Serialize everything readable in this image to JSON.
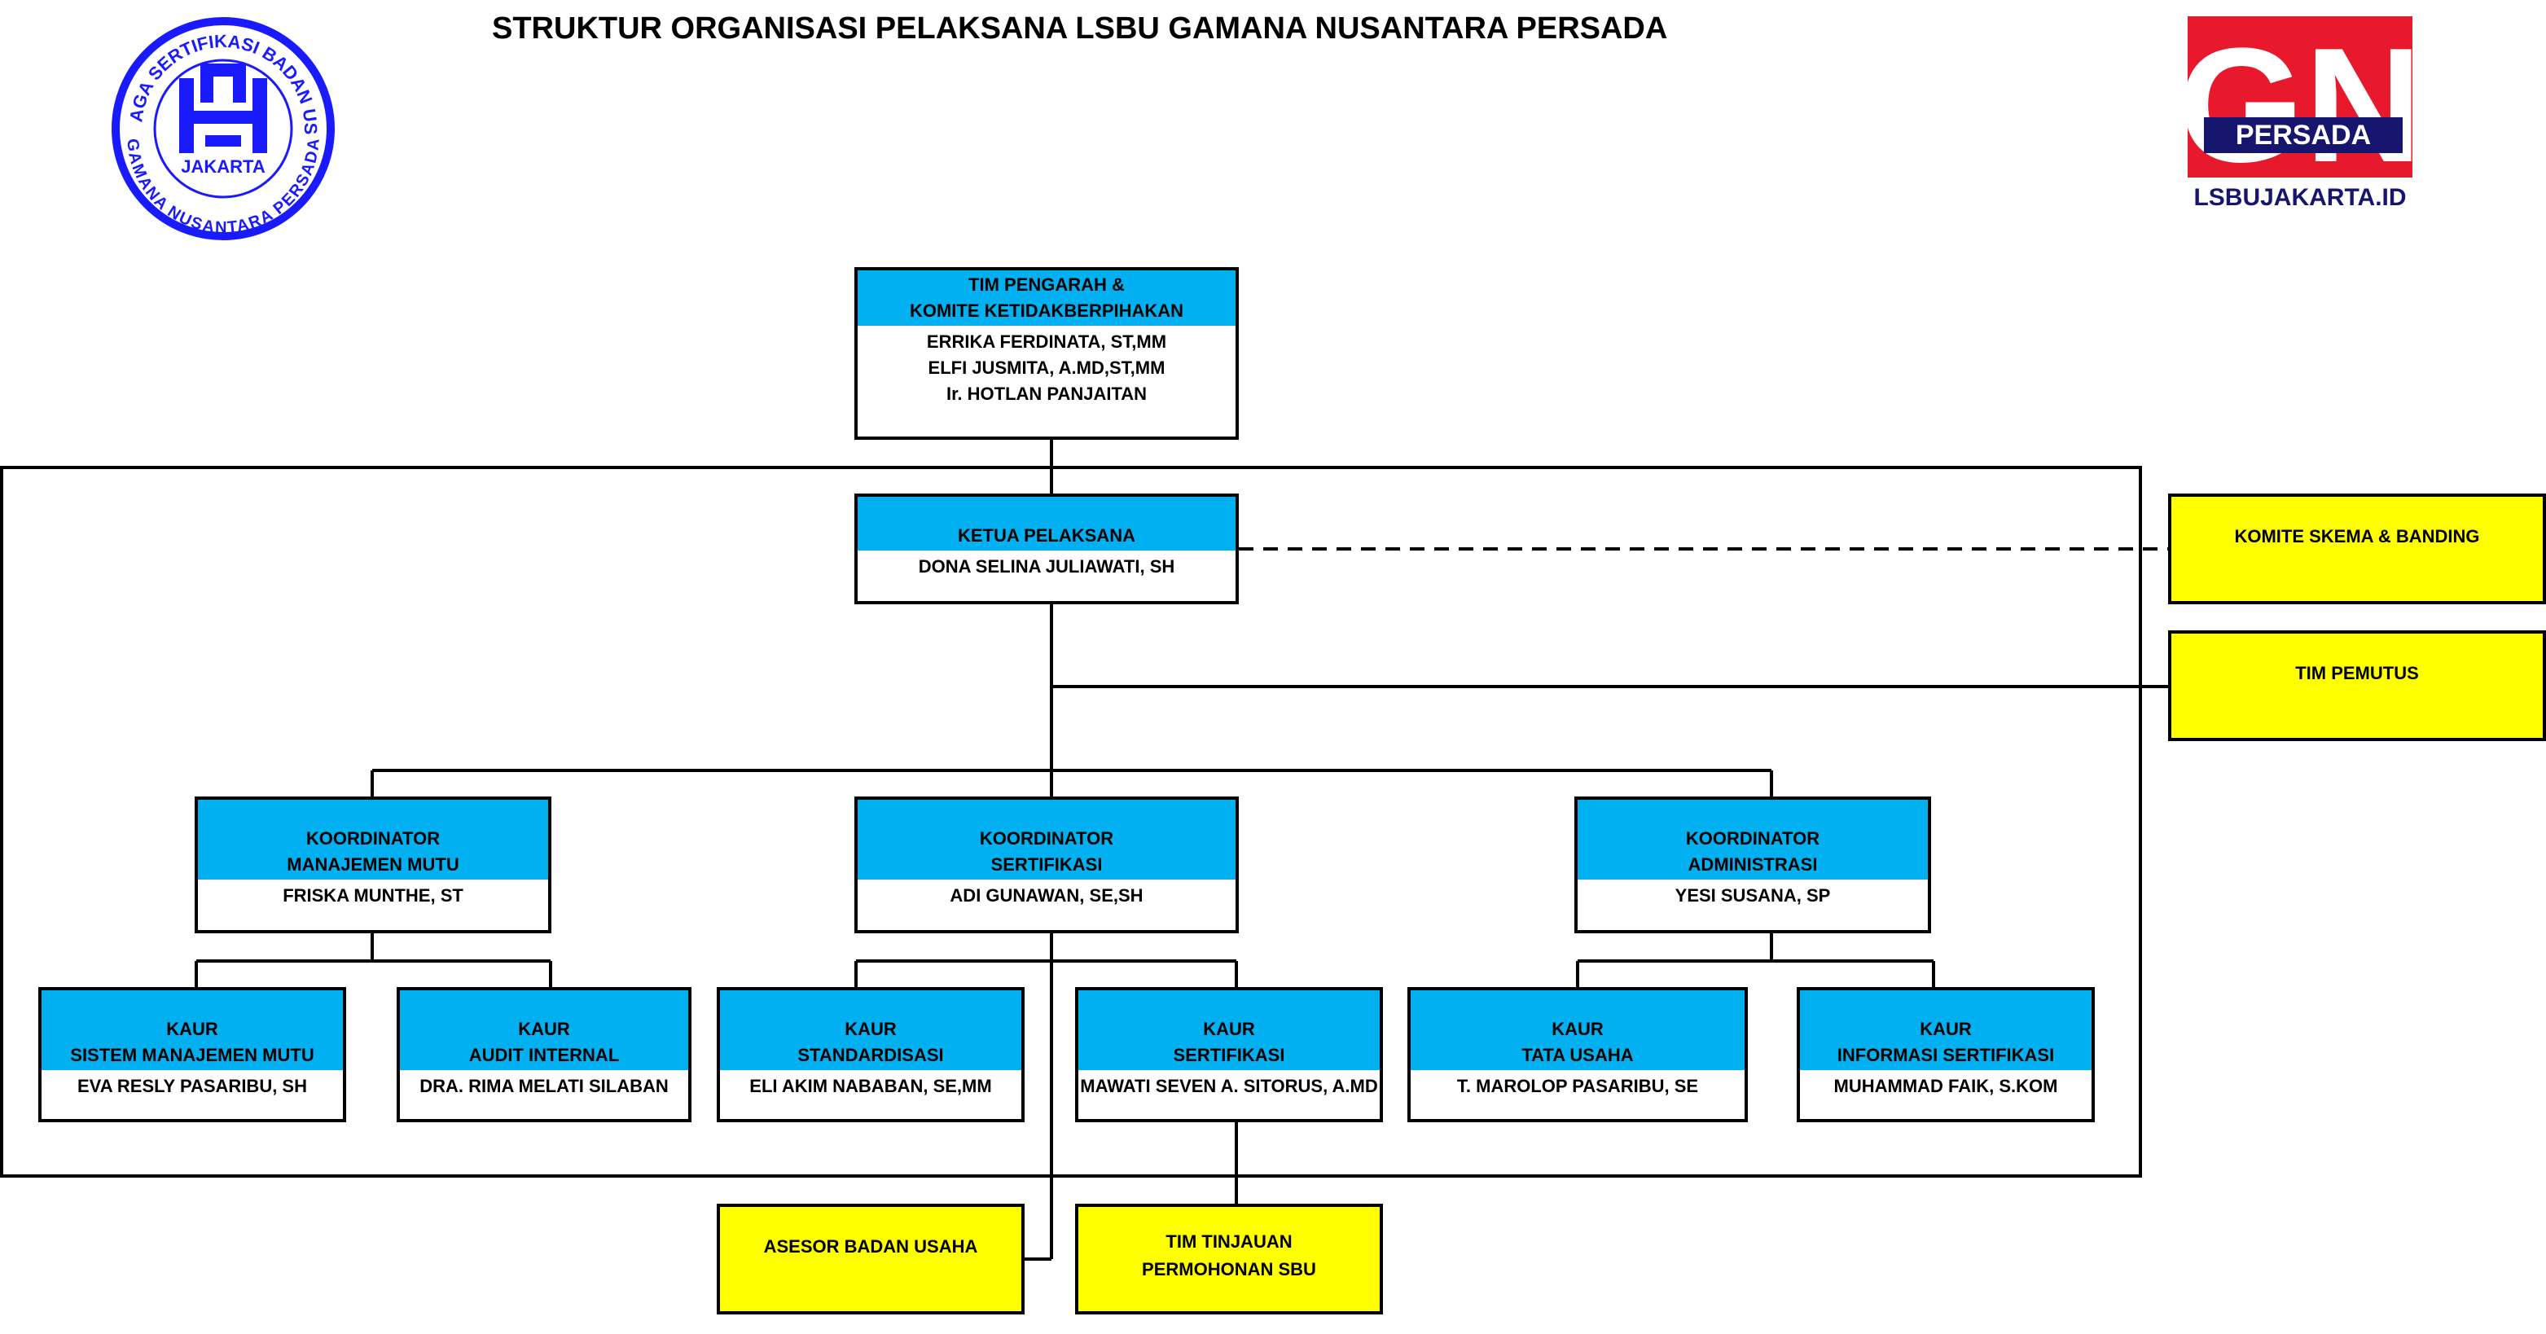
{
  "title": "STRUKTUR ORGANISASI PELAKSANA LSBU GAMANA NUSANTARA PERSADA",
  "logo_left": {
    "ring_top": "LEMBAGA SERTIFIKASI BADAN USAHA",
    "ring_bottom": "GAMANA NUSANTARA PERSADA",
    "city": "JAKARTA"
  },
  "logo_right": {
    "letters": "GN",
    "band": "PERSADA",
    "site": "LSBUJAKARTA.ID"
  },
  "colors": {
    "header_blue": "#00b0f0",
    "side_yellow": "#ffff00",
    "logo_blue": "#1a1aff",
    "logo_red": "#e8192c",
    "logo_navy": "#16166e"
  },
  "nodes": {
    "pengarah": {
      "header": [
        "TIM PENGARAH &",
        "KOMITE KETIDAKBERPIHAKAN"
      ],
      "members": [
        "ERRIKA FERDINATA, ST,MM",
        "ELFI JUSMITA, A.MD,ST,MM",
        "Ir. HOTLAN PANJAITAN"
      ]
    },
    "ketua": {
      "header": [
        "KETUA PELAKSANA"
      ],
      "members": [
        "DONA SELINA JULIAWATI, SH"
      ]
    },
    "koord_mutu": {
      "header": [
        "KOORDINATOR",
        "MANAJEMEN MUTU"
      ],
      "members": [
        "FRISKA MUNTHE, ST"
      ]
    },
    "koord_sertifikasi": {
      "header": [
        "KOORDINATOR",
        "SERTIFIKASI"
      ],
      "members": [
        "ADI GUNAWAN, SE,SH"
      ]
    },
    "koord_admin": {
      "header": [
        "KOORDINATOR",
        "ADMINISTRASI"
      ],
      "members": [
        "YESI SUSANA, SP"
      ]
    },
    "kaur_smm": {
      "header": [
        "KAUR",
        "SISTEM MANAJEMEN MUTU"
      ],
      "members": [
        "EVA RESLY PASARIBU, SH"
      ]
    },
    "kaur_audit": {
      "header": [
        "KAUR",
        "AUDIT INTERNAL"
      ],
      "members": [
        "DRA. RIMA MELATI SILABAN"
      ]
    },
    "kaur_standar": {
      "header": [
        "KAUR",
        "STANDARDISASI"
      ],
      "members": [
        "ELI AKIM NABABAN, SE,MM"
      ]
    },
    "kaur_sertifikasi": {
      "header": [
        "KAUR",
        "SERTIFIKASI"
      ],
      "members": [
        "MAWATI SEVEN A. SITORUS, A.MD"
      ]
    },
    "kaur_tu": {
      "header": [
        "KAUR",
        "TATA USAHA"
      ],
      "members": [
        "T. MAROLOP PASARIBU, SE"
      ]
    },
    "kaur_info": {
      "header": [
        "KAUR",
        "INFORMASI SERTIFIKASI"
      ],
      "members": [
        "MUHAMMAD FAIK, S.KOM"
      ]
    },
    "komite_skema": {
      "text": [
        "KOMITE SKEMA & BANDING"
      ]
    },
    "tim_pemutus": {
      "text": [
        "TIM PEMUTUS"
      ]
    },
    "asesor": {
      "text": [
        "ASESOR BADAN USAHA"
      ]
    },
    "tim_tinjauan": {
      "text": [
        "TIM TINJAUAN",
        "PERMOHONAN SBU"
      ]
    }
  }
}
